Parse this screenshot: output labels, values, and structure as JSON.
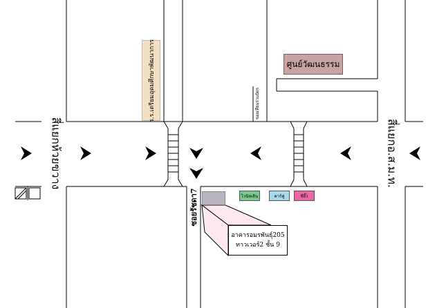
{
  "colors": {
    "school_fill": "#f3dfc2",
    "center_fill": "#c8a3a3",
    "blank_fill": "#b8b4c0",
    "shop_green": "#78c890",
    "shop_blue": "#a8d8ea",
    "shop_pink": "#ee66a8",
    "callout_fill": "#fde8ef"
  },
  "places": {
    "school": "ร.ร.เตรียมอุดมศึกษาพัฒนาการ",
    "center": "ศูนย์วัฒนธรรม",
    "alley_small": "ซอยเทียมร่วมมิตร",
    "soi": "ซอยรัชดา7",
    "shop1": "ไวนิลเดิน",
    "shop2": "คาร์ฟู",
    "shop3": "ซีอิ๊ว",
    "building_line1": "อาคารอมรพันธุ์205",
    "building_line2": "ทาวเวอร์2  ชั้น 9"
  },
  "roads": {
    "left_junction": "สี่แยกห้วยขวาง",
    "right_junction": "สี่แยกอ.ส.ม.ท."
  },
  "icons": [
    "arrow-right-icon",
    "arrow-down-icon",
    "arrow-left-icon",
    "bus-stop-icon"
  ]
}
